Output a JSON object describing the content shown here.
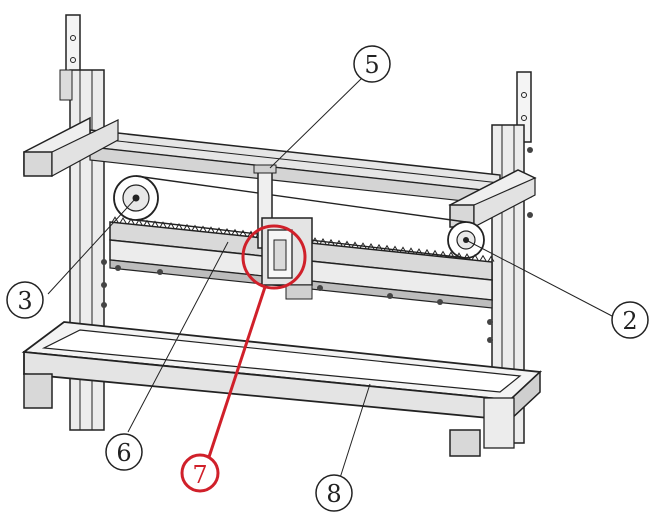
{
  "callouts": [
    {
      "id": "1",
      "label": "5"
    },
    {
      "id": "2",
      "label": "3"
    },
    {
      "id": "3",
      "label": "2"
    },
    {
      "id": "4",
      "label": "6"
    },
    {
      "id": "5",
      "label": "7"
    },
    {
      "id": "6",
      "label": "8"
    }
  ],
  "colors": {
    "line": "#222222",
    "frame_fill": "#e9e9e9",
    "frame_dark": "#bdbdbd",
    "highlight": "#d0202a"
  },
  "highlight_label": "7"
}
